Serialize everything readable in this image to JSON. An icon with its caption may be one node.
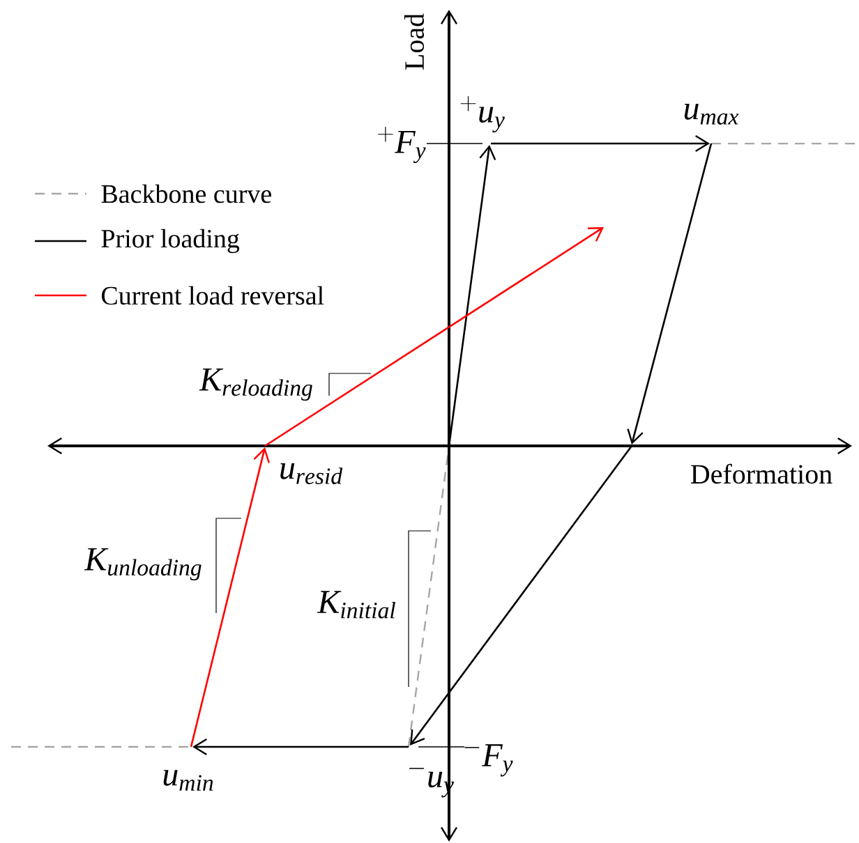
{
  "diagram": {
    "labels": [
      "Load",
      "^{+}u_{y}",
      "u_{max}",
      "^{+}F_{y}",
      "K_{reloading}",
      "Deformation",
      "u_{resid}",
      "K_{unloading}",
      "K_{initial}",
      "^{-}F_{y}",
      "u_{min}",
      "^{-}u_{y}"
    ],
    "legend": [
      {
        "text": "Backbone curve"
      },
      {
        "text": "Prior loading"
      },
      {
        "text": "Current load reversal"
      }
    ]
  }
}
